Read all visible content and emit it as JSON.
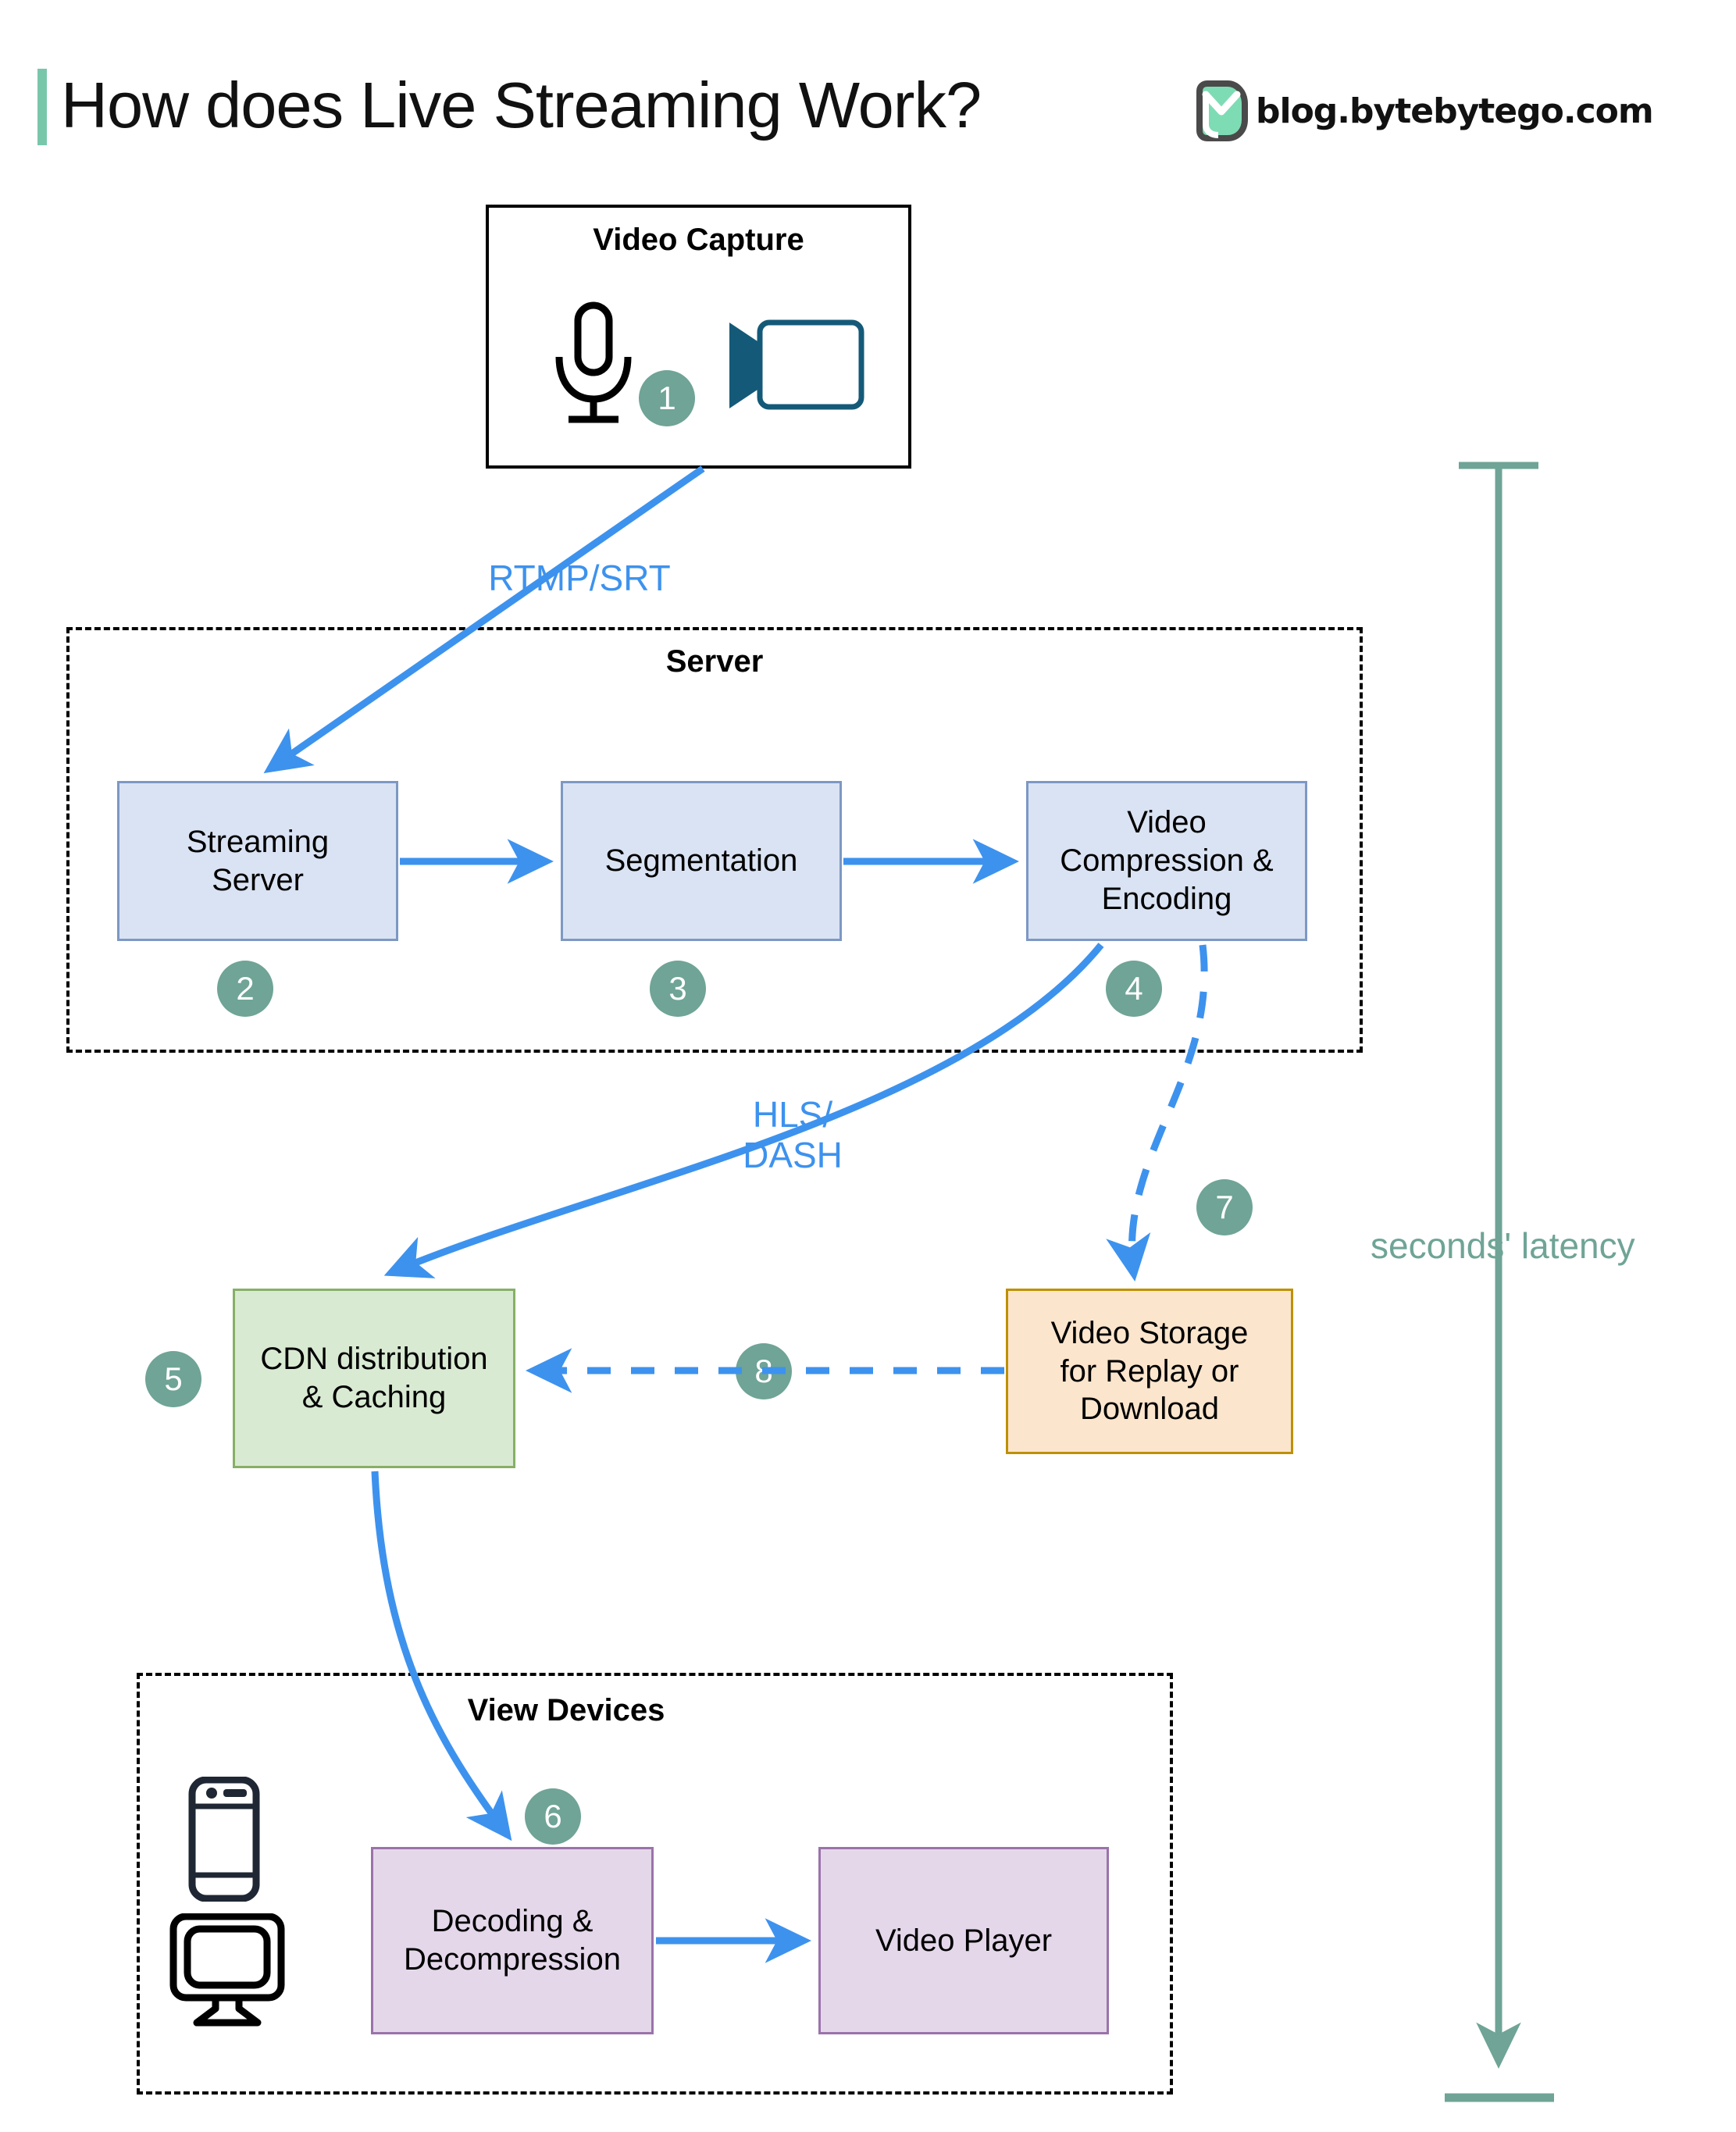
{
  "header": {
    "title": "How does Live Streaming Work?",
    "brand_text": "blog.bytebytego.com",
    "accent_color": "#79c7ab"
  },
  "colors": {
    "edge_blue": "#3d92ee",
    "badge_green": "#6fa496",
    "latency_green": "#6fa496",
    "blue_node_fill": "#dae3f3",
    "blue_node_border": "#7c98c4",
    "green_node_fill": "#d9ead3",
    "green_node_border": "#86b066",
    "orange_node_fill": "#fce5cd",
    "orange_node_border": "#bf9000",
    "purple_node_fill": "#e4d7ea",
    "purple_node_border": "#9b72ab"
  },
  "groups": {
    "capture": {
      "title": "Video Capture"
    },
    "server": {
      "title": "Server"
    },
    "view_devices": {
      "title": "View Devices"
    }
  },
  "nodes": {
    "streaming_server": {
      "label": "Streaming\nServer"
    },
    "segmentation": {
      "label": "Segmentation"
    },
    "compression": {
      "label": "Video\nCompression &\nEncoding"
    },
    "cdn": {
      "label": "CDN distribution\n& Caching"
    },
    "storage": {
      "label": "Video Storage\nfor Replay or\nDownload"
    },
    "decoding": {
      "label": "Decoding &\nDecompression"
    },
    "player": {
      "label": "Video Player"
    }
  },
  "badges": {
    "b1": "1",
    "b2": "2",
    "b3": "3",
    "b4": "4",
    "b5": "5",
    "b6": "6",
    "b7": "7",
    "b8": "8"
  },
  "edge_labels": {
    "rtmp_srt": "RTMP/SRT",
    "hls_dash": "HLS/\nDASH"
  },
  "annotations": {
    "latency": "seconds' latency"
  },
  "icons": {
    "microphone": "microphone-icon",
    "video_camera": "video-camera-icon",
    "smartphone": "smartphone-icon",
    "monitor": "monitor-icon",
    "brand_logo": "bytebytego-logo-icon"
  }
}
